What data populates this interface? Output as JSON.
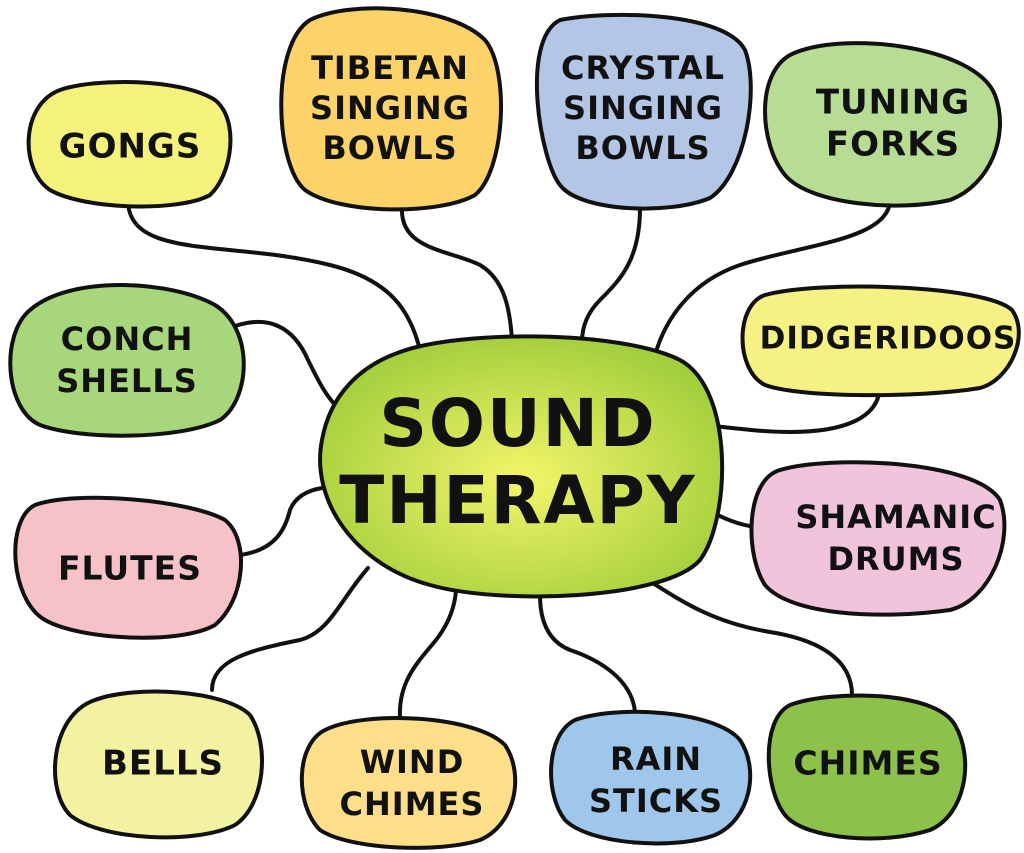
{
  "center": {
    "lines": [
      "SOUND",
      "THERAPY"
    ],
    "color_inner": "#f4f56a",
    "color_outer": "#9fcd3a"
  },
  "nodes": [
    {
      "id": "gongs",
      "lines": [
        "GONGS"
      ],
      "color": "#f4f27a"
    },
    {
      "id": "tibetan-singing-bowls",
      "lines": [
        "TIBETAN",
        "SINGING",
        "BOWLS"
      ],
      "color": "#fbd368"
    },
    {
      "id": "crystal-singing-bowls",
      "lines": [
        "CRYSTAL",
        "SINGING",
        "BOWLS"
      ],
      "color": "#b4c6e6"
    },
    {
      "id": "tuning-forks",
      "lines": [
        "TUNING",
        "FORKS"
      ],
      "color": "#b7dc94"
    },
    {
      "id": "conch-shells",
      "lines": [
        "CONCH",
        "SHELLS"
      ],
      "color": "#a8d67a"
    },
    {
      "id": "didgeridoos",
      "lines": [
        "DIDGERIDOOS"
      ],
      "color": "#f5f182"
    },
    {
      "id": "flutes",
      "lines": [
        "FLUTES"
      ],
      "color": "#f6c1c7"
    },
    {
      "id": "shamanic-drums",
      "lines": [
        "SHAMANIC",
        "DRUMS"
      ],
      "color": "#f1c4dc"
    },
    {
      "id": "bells",
      "lines": [
        "BELLS"
      ],
      "color": "#f2f2a0"
    },
    {
      "id": "wind-chimes",
      "lines": [
        "WIND",
        "CHIMES"
      ],
      "color": "#fcdf88"
    },
    {
      "id": "rain-sticks",
      "lines": [
        "RAIN",
        "STICKS"
      ],
      "color": "#9fc7ec"
    },
    {
      "id": "chimes",
      "lines": [
        "CHIMES"
      ],
      "color": "#8cc24a"
    }
  ]
}
